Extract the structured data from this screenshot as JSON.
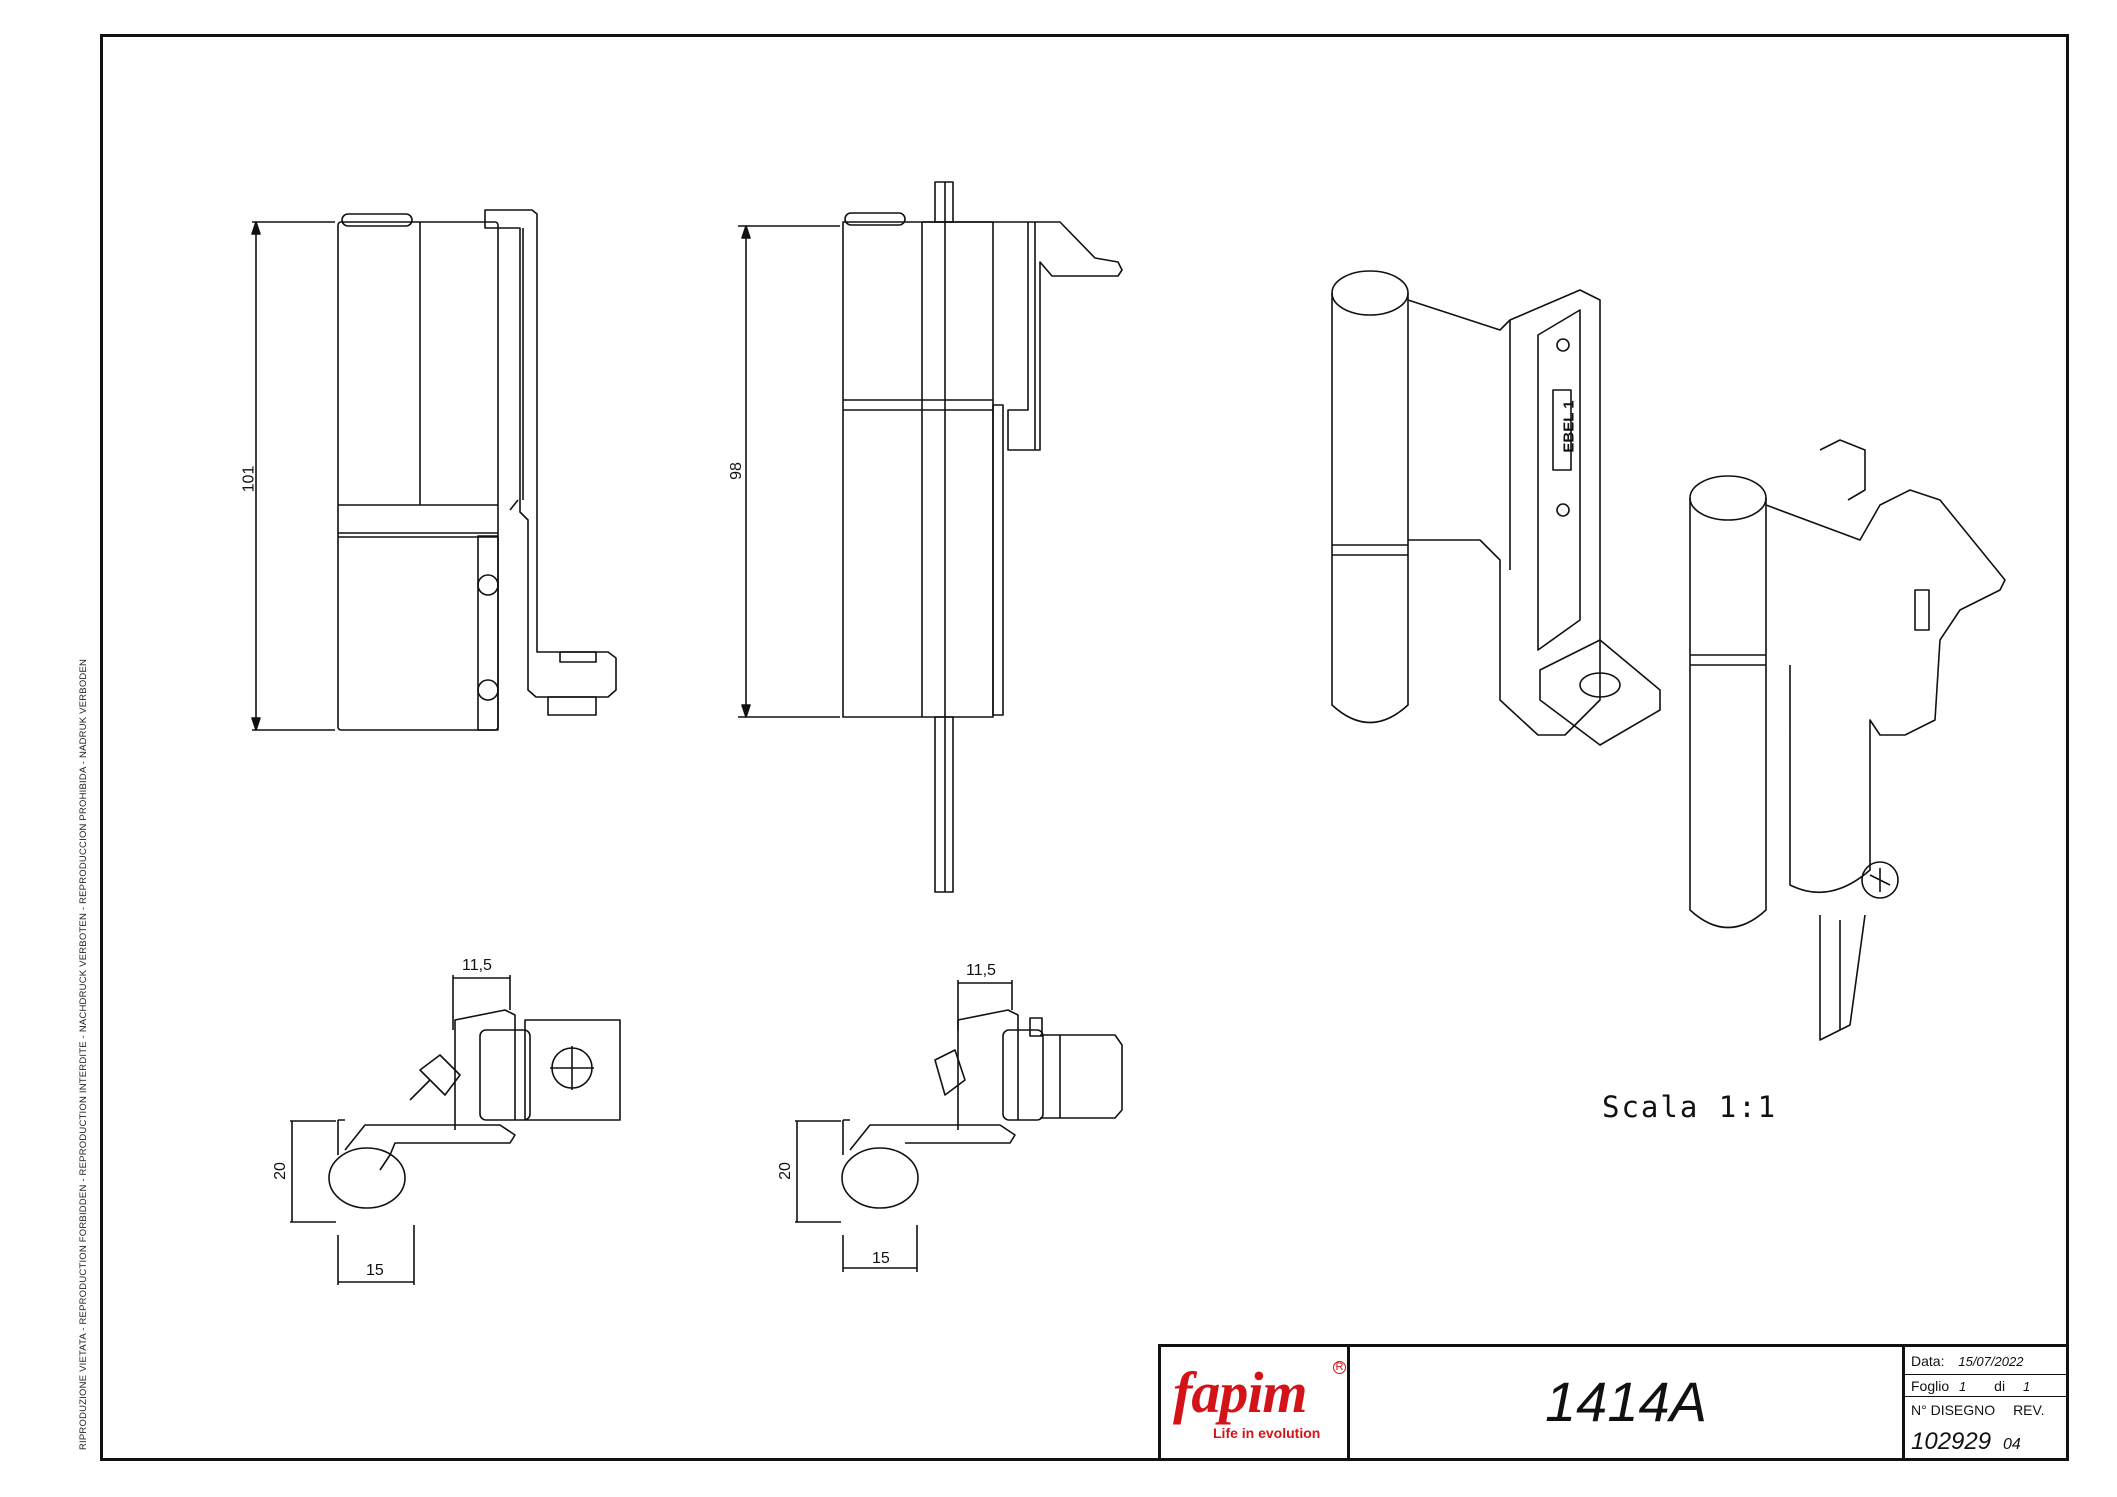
{
  "sheet": {
    "side_notice": "RIPRODUZIONE VIETATA - REPRODUCTION FORBIDDEN - REPRODUCTION INTERDITE - NACHDRUCK VERBOTEN - REPRODUCCION PROHIBIDA - NADRUK VERBODEN",
    "scale_note": "Scala 1:1"
  },
  "dimensions": {
    "front_height": "101",
    "side_height": "98",
    "top_offset_left": "11,5",
    "top_offset_right": "11,5",
    "pin_height_left": "20",
    "pin_height_right": "20",
    "pin_width_left": "15",
    "pin_width_right": "15"
  },
  "engraving": {
    "part_marking": "EBEL 1"
  },
  "title_block": {
    "logo_word": "fapim",
    "logo_registered": "R",
    "logo_tagline": "Life in evolution",
    "product_code": "1414A",
    "date_label": "Data:",
    "date_value": "15/07/2022",
    "sheet_label": "Foglio",
    "sheet_number": "1",
    "sheet_of_label": "di",
    "sheet_total": "1",
    "drawing_no_label": "N° DISEGNO",
    "revision_label": "REV.",
    "drawing_number": "102929",
    "revision_number": "04"
  },
  "colors": {
    "brand_red": "#d41318",
    "line": "#111111"
  }
}
